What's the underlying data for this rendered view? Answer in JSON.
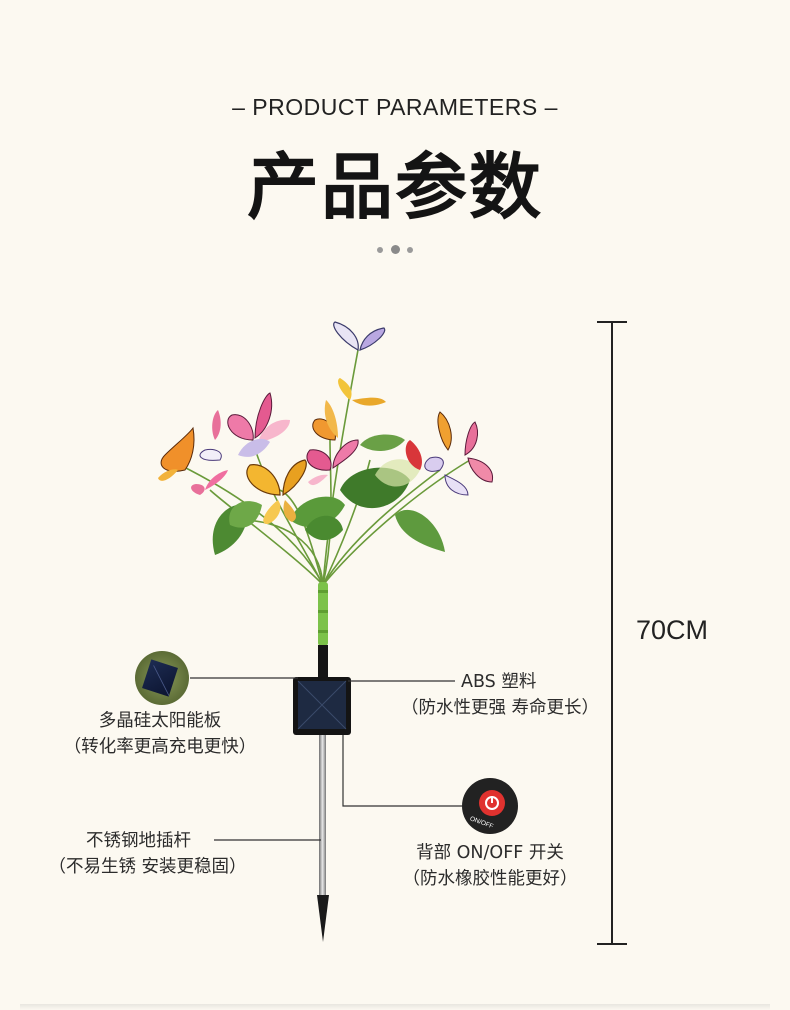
{
  "header": {
    "subtitle": "– PRODUCT PARAMETERS –",
    "title": "产品参数"
  },
  "height": "70CM",
  "callouts": {
    "solar_panel": {
      "line1": "多晶硅太阳能板",
      "line2": "（转化率更高充电更快）"
    },
    "abs_body": {
      "line1": "ABS 塑料",
      "line2": "（防水性更强 寿命更长）"
    },
    "stake": {
      "line1": "不锈钢地插杆",
      "line2": "（不易生锈 安装更稳固）"
    },
    "switch": {
      "line1": "背部 ON/OFF 开关",
      "line2": "（防水橡胶性能更好）"
    }
  },
  "switch_icon_text": "ON/OFF",
  "colors": {
    "background": "#fcf9f1",
    "switch_red": "#e0322f",
    "stem_green": "#7cc24a"
  }
}
